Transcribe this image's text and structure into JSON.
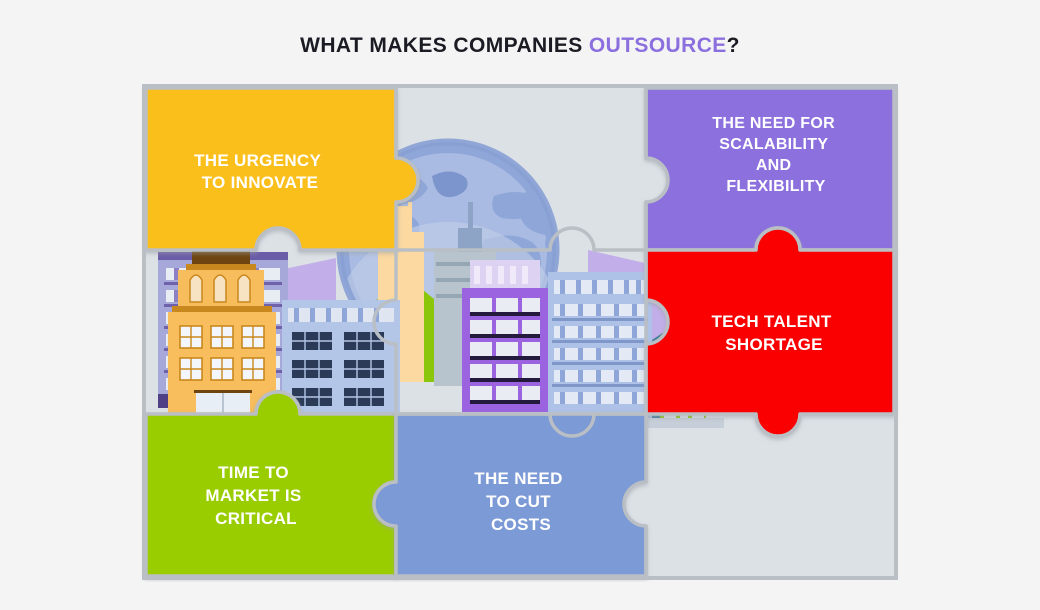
{
  "title": {
    "prefix": "WHAT MAKES COMPANIES ",
    "accent": "OUTSOURCE",
    "suffix": "?",
    "full": "WHAT MAKES COMPANIES OUTSOURCE?"
  },
  "colors": {
    "page_background": "#f4f4f4",
    "empty_piece": "#dce1e6",
    "piece_outline": "#b9bfc4",
    "title_text": "#1b1b24",
    "accent": "#8b6fde",
    "yellow": "#fbbf1c",
    "purple": "#8b6fde",
    "red": "#fa0000",
    "green": "#9acd05",
    "blue": "#7c9ad6",
    "label_text": "#ffffff"
  },
  "puzzle": {
    "columns": 3,
    "rows": 3,
    "pieces": [
      {
        "id": "urgency-to-innovate",
        "color_name": "yellow",
        "color": "#fbbf1c",
        "grid": "row1-col1",
        "lines": [
          "THE URGENCY",
          "TO INNOVATE"
        ],
        "text": "THE URGENCY TO INNOVATE"
      },
      {
        "id": "center-top",
        "color_name": "empty",
        "color": "#dce1e6",
        "grid": "row1-col2",
        "lines": [],
        "text": ""
      },
      {
        "id": "scalability-and-flexibility",
        "color_name": "purple",
        "color": "#8b6fde",
        "grid": "row1-col3",
        "lines": [
          "THE NEED FOR",
          "SCALABILITY",
          "AND",
          "FLEXIBILITY"
        ],
        "text": "THE NEED FOR SCALABILITY AND FLEXIBILITY"
      },
      {
        "id": "middle-left",
        "color_name": "empty",
        "color": "#dce1e6",
        "grid": "row2-col1",
        "lines": [],
        "text": ""
      },
      {
        "id": "middle-center",
        "color_name": "empty",
        "color": "#dce1e6",
        "grid": "row2-col2",
        "lines": [],
        "text": ""
      },
      {
        "id": "tech-talent-shortage",
        "color_name": "red",
        "color": "#fa0000",
        "grid": "row2-col3",
        "lines": [
          "TECH TALENT",
          "SHORTAGE"
        ],
        "text": "TECH TALENT SHORTAGE"
      },
      {
        "id": "time-to-market-is-critical",
        "color_name": "green",
        "color": "#9acd05",
        "grid": "row3-col1",
        "lines": [
          "TIME TO",
          "MARKET IS",
          "CRITICAL"
        ],
        "text": "TIME TO MARKET IS CRITICAL"
      },
      {
        "id": "need-to-cut-costs",
        "color_name": "blue",
        "color": "#7c9ad6",
        "grid": "row3-col2",
        "lines": [
          "THE NEED",
          "TO CUT",
          "COSTS"
        ],
        "text": "THE NEED TO CUT COSTS"
      },
      {
        "id": "bottom-right",
        "color_name": "empty",
        "color": "#dce1e6",
        "grid": "row3-col3",
        "lines": [],
        "text": ""
      }
    ]
  },
  "illustration": {
    "name": "globe-and-city-skyline",
    "description": "Blue globe with world map continents behind a cluster of city buildings",
    "elements": [
      "globe",
      "world-map-continents",
      "purple-office-tower",
      "orange-classic-building",
      "light-blue-apartment-block",
      "violet-high-rise",
      "green-glass-tower",
      "background-skyscrapers"
    ]
  },
  "labels": {
    "piece_1": [
      "THE URGENCY",
      "TO INNOVATE"
    ],
    "piece_3": [
      "THE NEED FOR",
      "SCALABILITY",
      "AND",
      "FLEXIBILITY"
    ],
    "piece_6": [
      "TECH TALENT",
      "SHORTAGE"
    ],
    "piece_7": [
      "TIME TO",
      "MARKET IS",
      "CRITICAL"
    ],
    "piece_8": [
      "THE NEED",
      "TO CUT",
      "COSTS"
    ]
  }
}
